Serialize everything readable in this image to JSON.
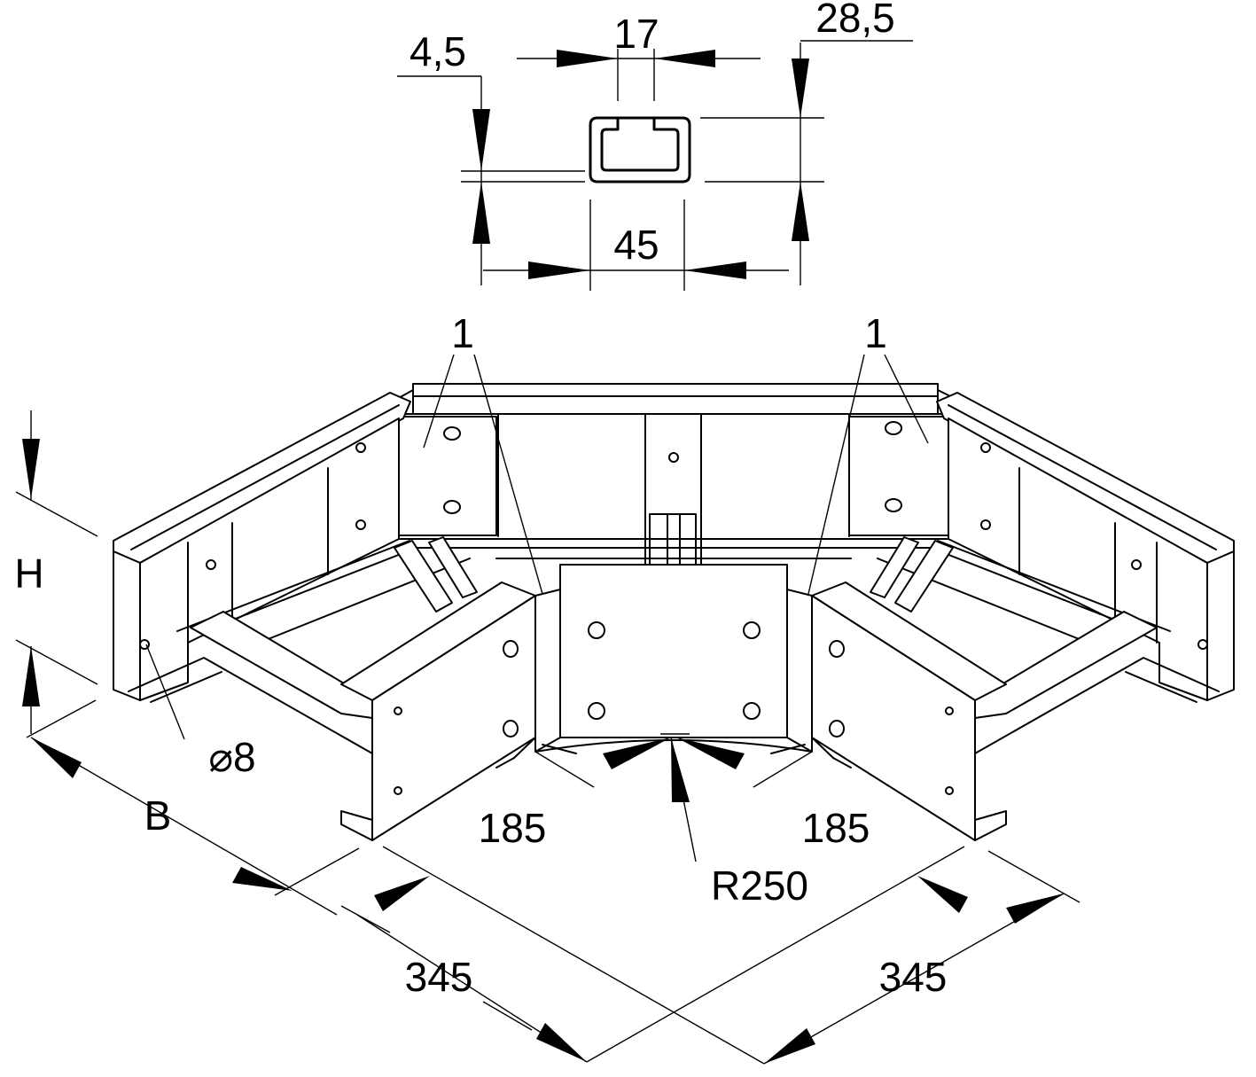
{
  "profile": {
    "dim_opening": "17",
    "dim_height": "28,5",
    "dim_lip": "4,5",
    "dim_width": "45"
  },
  "labels": {
    "part_left": "1",
    "part_right": "1",
    "height": "H",
    "width": "B",
    "hole": "⌀8",
    "leg_left": "185",
    "leg_right": "185",
    "radius": "R250",
    "side_left": "345",
    "side_right": "345"
  }
}
